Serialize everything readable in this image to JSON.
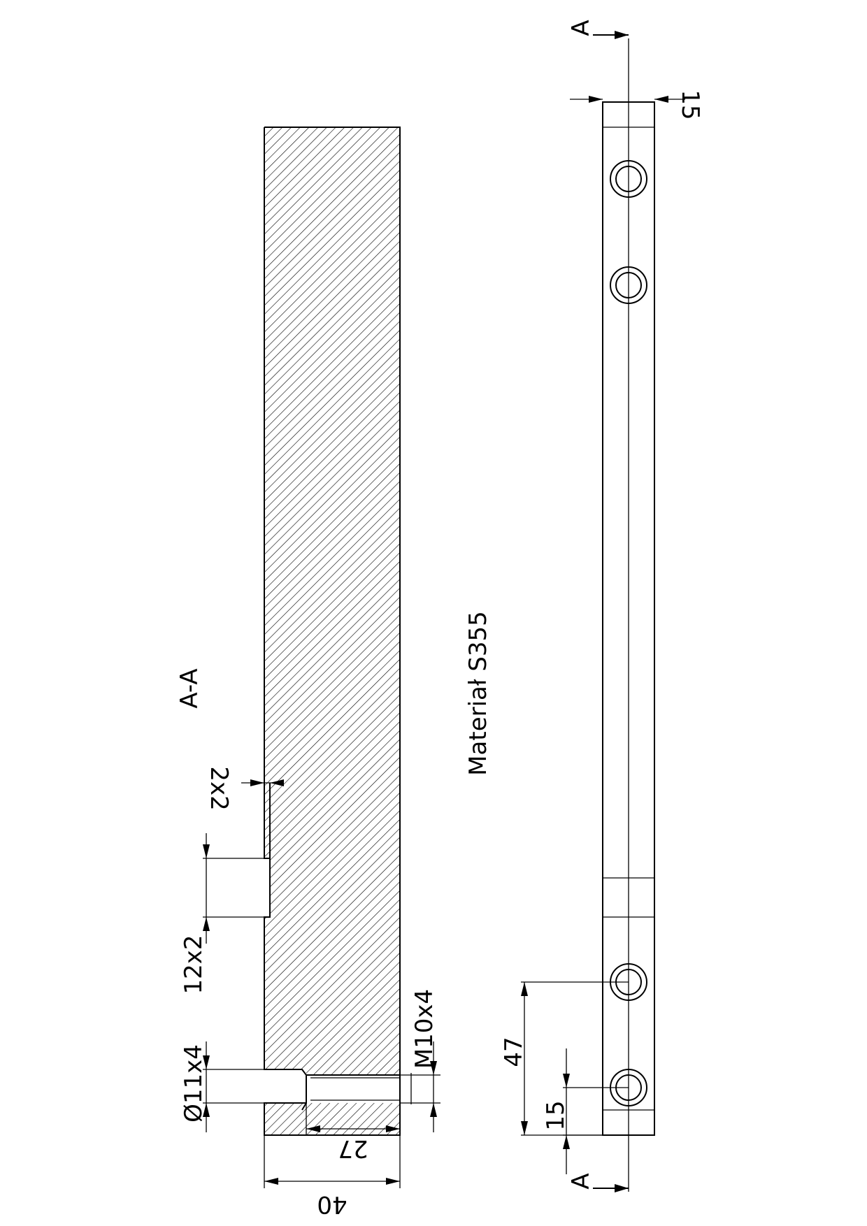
{
  "section_label": "A-A",
  "material": "Materiał S355",
  "section_marker": "A",
  "dimensions": {
    "width_40": "40",
    "depth_27": "27",
    "counterbore": "Ø11x4",
    "thread": "M10x4",
    "slot": "12x2",
    "chamfer": "2x2",
    "hole_15": "15",
    "hole_47": "47",
    "edge_15": "15"
  }
}
